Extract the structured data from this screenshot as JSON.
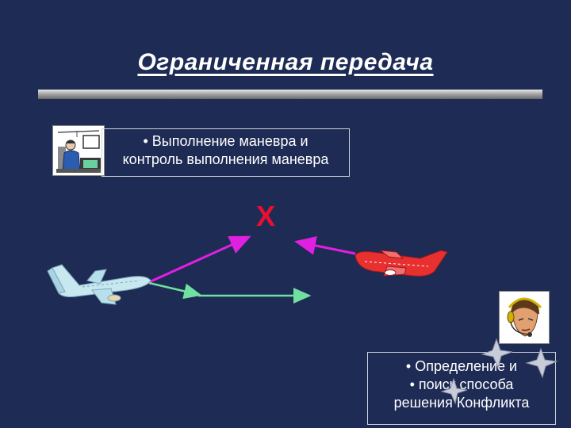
{
  "title": "Ограниченная передача",
  "top_box": {
    "line1": "• Выполнение маневра и",
    "line2": "контроль выполнения маневра"
  },
  "bottom_box": {
    "line1": "• Определение и",
    "line2": "• поиск способа",
    "line3": "решения Конфликта"
  },
  "conflict_mark": "X",
  "icons": {
    "controller": "air-traffic-controller-icon",
    "pilot": "pilot-headset-icon",
    "aircraft_left": "airplane-icon",
    "aircraft_right": "airplane-icon"
  },
  "colors": {
    "background": "#1e2b55",
    "maneuver_arrow": "#e020e0",
    "route_arrow": "#70e0a0",
    "left_aircraft": "#c8e8f0",
    "right_aircraft": "#e83030",
    "conflict_mark": "#e8102e"
  }
}
